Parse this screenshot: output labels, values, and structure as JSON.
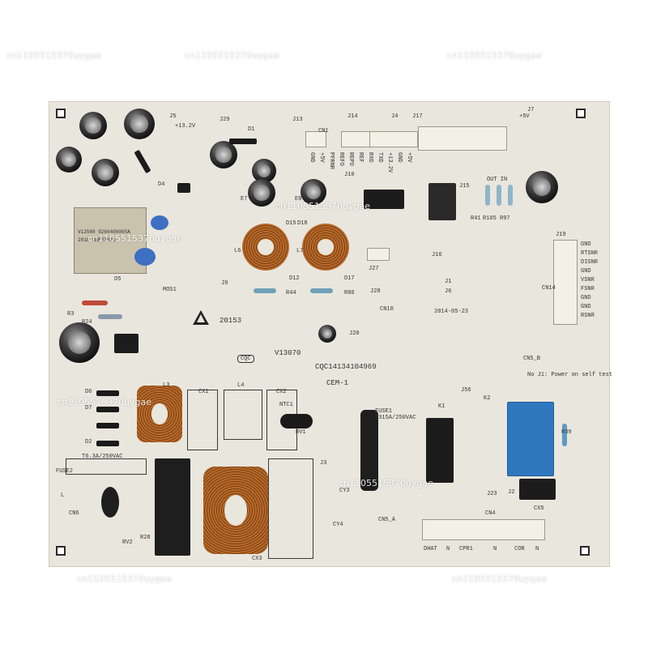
{
  "watermark": "cn1105515370uygae",
  "silkscreen": {
    "board_id": "V13070",
    "cqc_code": "CQC14134104969",
    "cem": "CEM-1",
    "date": "2014-05-23",
    "batch": "20153",
    "transformer_label_1": "V12588 0260400005A",
    "transformer_label_2": "2018 SWE22015",
    "fuse1": "FUSE1",
    "fuse1_rating": "T315A/250VAC",
    "fuse2": "FUSE2",
    "fuse2_rating": "T6.3A/250VAC",
    "power_note": "No J1: Power on self test",
    "cn5_b": "CN5_B",
    "cn5_a": "CN5_A",
    "cqc_mark": "CQC",
    "v13_2": "+13.2V",
    "v5": "+5V",
    "labels_top": [
      "J5",
      "J29",
      "J13",
      "J14",
      "J4",
      "J17",
      "J7",
      "CN1",
      "D1",
      "J10",
      "J15"
    ],
    "labels_mid": [
      "L6",
      "L7",
      "D15",
      "D18",
      "E7",
      "E8",
      "R41",
      "R105",
      "R97",
      "J19",
      "J27",
      "J16",
      "J1",
      "J6",
      "J28",
      "CN10",
      "J20",
      "J9",
      "D12",
      "D17",
      "R44",
      "R86",
      "D5",
      "MOS1",
      "R3",
      "R24",
      "CN14"
    ],
    "labels_bottom": [
      "L3",
      "L4",
      "CX1",
      "CX2",
      "NTC1",
      "RV1",
      "K1",
      "K2",
      "J56",
      "R39",
      "L",
      "CN6",
      "RV2",
      "R28",
      "CX3",
      "CY3",
      "CY4",
      "J3",
      "J23",
      "J2",
      "CX5",
      "CN4",
      "D6",
      "D7",
      "D4",
      "D2"
    ],
    "cn14_pins": [
      "GND",
      "RTSNR",
      "DISNR",
      "GND",
      "VSNR",
      "FSNR",
      "GND",
      "GND",
      "RSNR"
    ],
    "cn4_pins": [
      "DHAT",
      "N",
      "CPR1",
      "N",
      "COR",
      "N"
    ],
    "cn1_pins": [
      "GND",
      "+5V",
      "PFRNR",
      "REFO",
      "REPO",
      "REF",
      "RXD",
      "TXD",
      "+13.2V",
      "GND",
      "+5V"
    ],
    "heat_note": "OUT IN"
  }
}
